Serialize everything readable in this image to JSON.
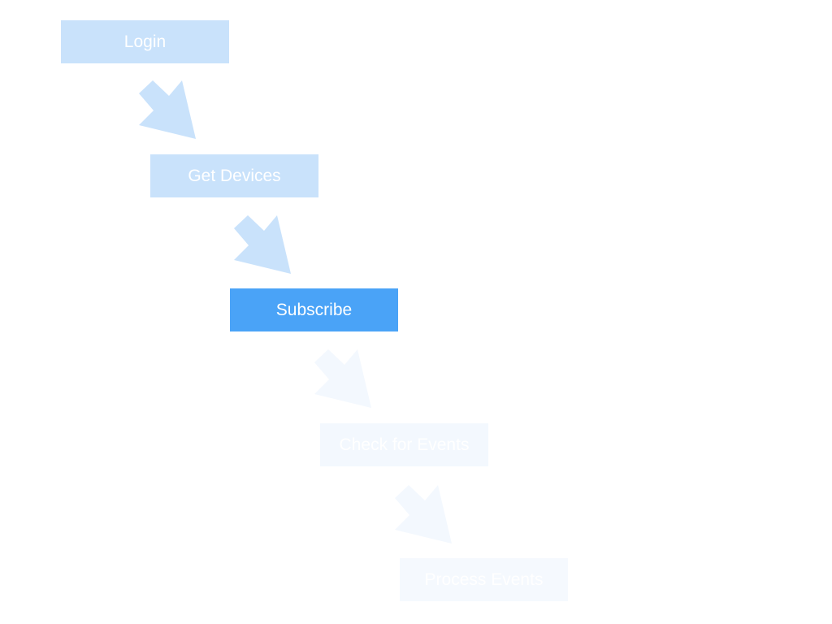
{
  "diagram": {
    "steps": [
      {
        "label": "Login",
        "state": "completed",
        "color": "#c9e2fb"
      },
      {
        "label": "Get Devices",
        "state": "completed",
        "color": "#c9e2fb"
      },
      {
        "label": "Subscribe",
        "state": "active",
        "color": "#4aa3f7"
      },
      {
        "label": "Check for Events",
        "state": "pending",
        "color": "#f3f8fe"
      },
      {
        "label": "Process Events",
        "state": "pending",
        "color": "#f5f9fe"
      }
    ],
    "arrows": [
      {
        "direction": "down-right",
        "color": "#c9e2fb"
      },
      {
        "direction": "down-right",
        "color": "#c9e2fb"
      },
      {
        "direction": "down-right",
        "color": "#f3f8fe"
      },
      {
        "direction": "down-right",
        "color": "#f3f8fe"
      }
    ]
  }
}
